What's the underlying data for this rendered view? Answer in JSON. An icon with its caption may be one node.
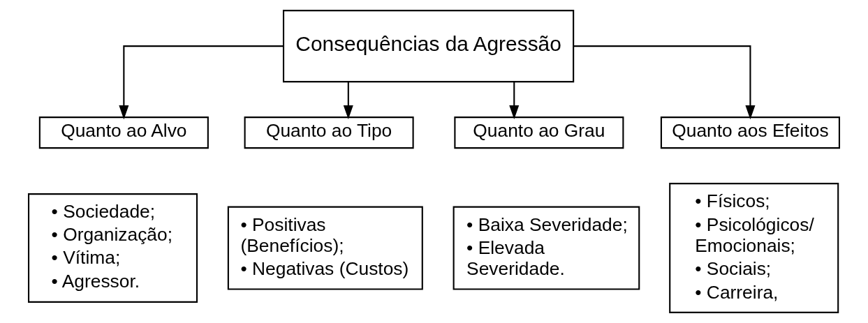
{
  "diagram": {
    "nodes": [
      {
        "text": [
          "Consequências da Agressão"
        ]
      },
      {
        "text": [
          "Quanto ao Alvo"
        ]
      },
      {
        "text": [
          "Quanto ao Tipo"
        ]
      },
      {
        "text": [
          "Quanto ao Grau"
        ]
      },
      {
        "text": [
          "Quanto aos Efeitos"
        ]
      },
      {
        "text": [
          "• Sociedade;",
          "• Organização;",
          "• Vítima;",
          "• Agressor."
        ]
      },
      {
        "text": [
          "• Positivas (Benefícios);",
          "• Negativas (Custos)"
        ]
      },
      {
        "text": [
          "• Baixa Severidade;",
          "• Elevada Severidade."
        ]
      },
      {
        "text": [
          "• Físicos;",
          "• Psicológicos/ Emocionais;",
          "• Sociais;",
          "• Carreira,"
        ]
      }
    ],
    "edges": [
      {
        "from": 0,
        "to": 1,
        "arrow": "to"
      },
      {
        "from": 0,
        "to": 2,
        "arrow": "to"
      },
      {
        "from": 0,
        "to": 3,
        "arrow": "to"
      },
      {
        "from": 0,
        "to": 4,
        "arrow": "to"
      }
    ]
  }
}
